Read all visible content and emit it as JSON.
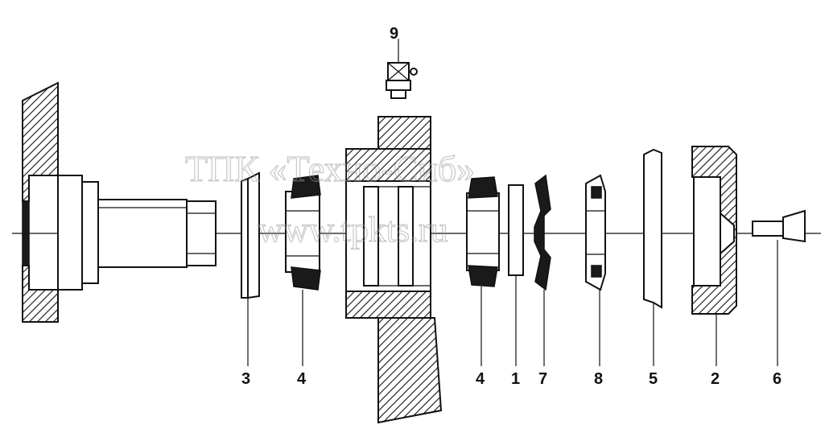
{
  "watermark": {
    "line1": "ТПК «Техно-Сиб»",
    "line2": "www.tpkts.ru"
  },
  "callouts": [
    {
      "id": "9",
      "label": "9"
    },
    {
      "id": "3",
      "label": "3"
    },
    {
      "id": "4a",
      "label": "4"
    },
    {
      "id": "4b",
      "label": "4"
    },
    {
      "id": "1",
      "label": "1"
    },
    {
      "id": "7",
      "label": "7"
    },
    {
      "id": "8",
      "label": "8"
    },
    {
      "id": "5",
      "label": "5"
    },
    {
      "id": "2",
      "label": "2"
    },
    {
      "id": "6",
      "label": "6"
    }
  ]
}
